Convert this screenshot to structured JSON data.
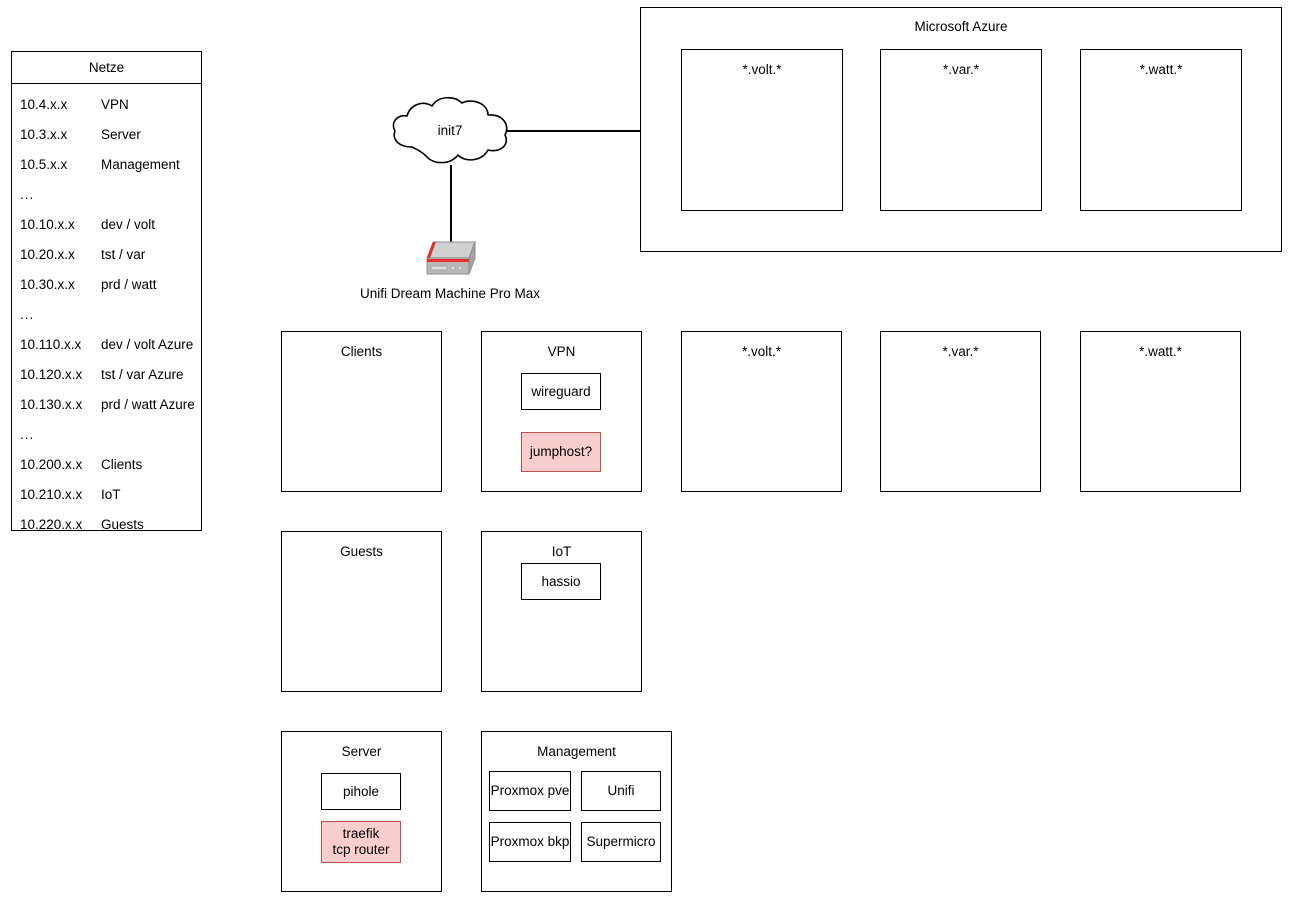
{
  "legend": {
    "title": "Netze",
    "rows": [
      {
        "cidr": "10.4.x.x",
        "name": "VPN"
      },
      {
        "cidr": "10.3.x.x",
        "name": "Server"
      },
      {
        "cidr": "10.5.x.x",
        "name": "Management"
      },
      {
        "cidr": "...",
        "name": ""
      },
      {
        "cidr": "10.10.x.x",
        "name": "dev / volt"
      },
      {
        "cidr": "10.20.x.x",
        "name": "tst / var"
      },
      {
        "cidr": "10.30.x.x",
        "name": "prd / watt"
      },
      {
        "cidr": "...",
        "name": ""
      },
      {
        "cidr": "10.110.x.x",
        "name": "dev / volt Azure"
      },
      {
        "cidr": "10.120.x.x",
        "name": "tst / var Azure"
      },
      {
        "cidr": "10.130.x.x",
        "name": "prd / watt Azure"
      },
      {
        "cidr": "...",
        "name": ""
      },
      {
        "cidr": "10.200.x.x",
        "name": "Clients"
      },
      {
        "cidr": "10.210.x.x",
        "name": "IoT"
      },
      {
        "cidr": "10.220.x.x",
        "name": "Guests"
      }
    ]
  },
  "cloud": {
    "label": "init7",
    "icon": "cloud-icon"
  },
  "gateway": {
    "label": "Unifi Dream Machine Pro Max",
    "icon": "router-device-icon"
  },
  "azure": {
    "title": "Microsoft Azure",
    "zones": [
      {
        "label": "*.volt.*"
      },
      {
        "label": "*.var.*"
      },
      {
        "label": "*.watt.*"
      }
    ]
  },
  "vlans": {
    "row1": [
      {
        "title": "Clients",
        "items": []
      },
      {
        "title": "VPN",
        "items": [
          {
            "label": "wireguard",
            "style": "plain"
          },
          {
            "label": "jumphost?",
            "style": "pink"
          }
        ]
      },
      {
        "title": "*.volt.*",
        "items": []
      },
      {
        "title": "*.var.*",
        "items": []
      },
      {
        "title": "*.watt.*",
        "items": []
      }
    ],
    "row2": [
      {
        "title": "Guests",
        "items": []
      },
      {
        "title": "IoT",
        "items": [
          {
            "label": "hassio",
            "style": "plain"
          }
        ]
      }
    ],
    "row3": [
      {
        "title": "Server",
        "items": [
          {
            "label": "pihole",
            "style": "plain"
          },
          {
            "label_line1": "traefik",
            "label_line2": "tcp router",
            "style": "pink"
          }
        ]
      },
      {
        "title": "Management",
        "items": [
          {
            "label": "Proxmox pve",
            "style": "plain"
          },
          {
            "label": "Unifi",
            "style": "plain"
          },
          {
            "label": "Proxmox bkp",
            "style": "plain"
          },
          {
            "label": "Supermicro",
            "style": "plain"
          }
        ]
      }
    ]
  },
  "colors": {
    "stroke": "#000000",
    "pink_fill": "#f8cecc",
    "pink_stroke": "#b85450",
    "device_body": "#b3b3b3",
    "device_top": "#cccccc",
    "device_accent": "#e62e2e"
  }
}
